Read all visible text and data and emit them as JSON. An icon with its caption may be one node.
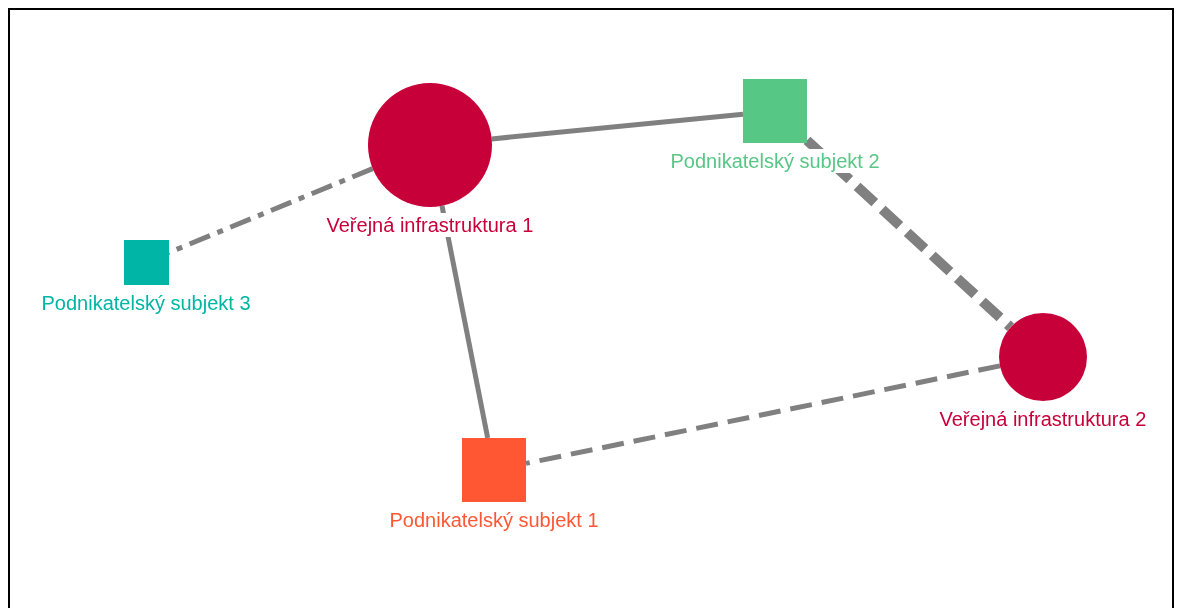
{
  "diagram": {
    "nodes": [
      {
        "text": [
          "Veřejná infrastruktura 1"
        ]
      },
      {
        "text": [
          "Podnikatelský subjekt 2"
        ]
      },
      {
        "text": [
          "Podnikatelský subjekt 3"
        ]
      },
      {
        "text": [
          "Podnikatelský subjekt 1"
        ]
      },
      {
        "text": [
          "Veřejná infrastruktura 2"
        ]
      }
    ],
    "edges": [
      {
        "from": 0,
        "to": 1,
        "arrow": "none"
      },
      {
        "from": 0,
        "to": 2,
        "arrow": "none",
        "style": "dashed"
      },
      {
        "from": 0,
        "to": 3,
        "arrow": "none"
      },
      {
        "from": 1,
        "to": 4,
        "arrow": "none",
        "style": "dashed"
      },
      {
        "from": 4,
        "to": 3,
        "arrow": "none",
        "style": "dashed"
      }
    ]
  }
}
